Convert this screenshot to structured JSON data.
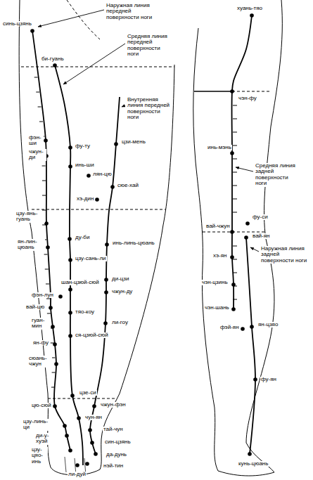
{
  "diagram": {
    "labels": [
      "Наружная линия передней поверхности ноги",
      "синь-цзянь",
      "би-гуань",
      "Средняя линия передней поверхности ноги",
      "цзи-мень",
      "фу-ту",
      "Внутренняя линия передней поверхности ноги",
      "фэн-ши",
      "чжун-ди",
      "инь-ши",
      "лян-цю",
      "сюе-хай",
      "хэ-дин",
      "цзу-янь-гуань",
      "ду-би",
      "ян-лин-цюань",
      "инь-линь-цюань",
      "цзу-сань-ли",
      "шан-цзюй-сюй",
      "ди-цзи",
      "чжун-ду",
      "фэн-лун",
      "вай-цю",
      "тяо-коу",
      "ли-гоу",
      "гуан-мин",
      "ся-цзюй-сюй",
      "ян-фу",
      "сюань-чжун",
      "цзе-си",
      "чжун-фэн",
      "цю-сюй",
      "чун-ян",
      "цзу-линь-ци",
      "тай-чун",
      "ди-у-хуэй",
      "син-цзянь",
      "цзу-цяо-инь",
      "да-дунь",
      "ли-дуй",
      "нэй-тин",
      "хуань-тяо",
      "чэн-фу",
      "инь-мэнь",
      "Средняя линия задней поверхности ноги",
      "фу-си",
      "вай-чжун",
      "вай-ян",
      "Наружная линия задней поверхности ноги",
      "хэ-ян",
      "чэн-цзинь",
      "чэн-шань",
      "фэй-ян",
      "ян-цзяо",
      "фу-ян",
      "кунь-цюань"
    ]
  }
}
